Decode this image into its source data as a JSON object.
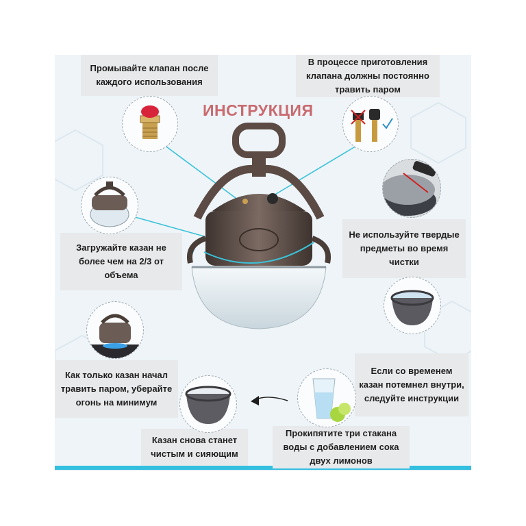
{
  "title": "ИНСТРУКЦИЯ",
  "tips": {
    "rinse_valve": "Промывайте клапан после каждого использования",
    "valve_steam": "В процессе приготовления клапана должны постоянно травить паром",
    "no_hard_objects": "Не используйте твердые предметы во время чистки",
    "load_limit": "Загружайте казан не более чем на 2/3 от объема",
    "reduce_heat": "Как только казан начал травить паром, уберайте огонь на минимум",
    "darkened": "Если со временем казан потемнел внутри, следуйте инструкции",
    "boil_lemons": "Прокипятите три стакана воды с добавлением сока двух лимонов",
    "clean_shiny": "Казан снова станет чистым и сияющим"
  },
  "colors": {
    "title": "#c96a6f",
    "accent_line": "#33bfe0",
    "box_bg": "#e8e9eb",
    "pot_bronze": "#5b4b44"
  },
  "icons": [
    "valve-icon",
    "valve-check-icon",
    "pot-icon",
    "glass-lemon-icon",
    "arrow-left-icon"
  ]
}
